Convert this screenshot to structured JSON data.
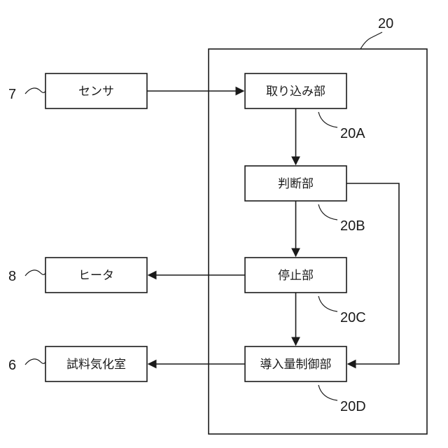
{
  "frame": {
    "ref": "20"
  },
  "blocks": {
    "sensor": {
      "label": "センサ",
      "ref": "7"
    },
    "heater": {
      "label": "ヒータ",
      "ref": "8"
    },
    "vaporizer": {
      "label": "試料気化室",
      "ref": "6"
    },
    "intake": {
      "label": "取り込み部",
      "ref": "20A"
    },
    "judge": {
      "label": "判断部",
      "ref": "20B"
    },
    "stop": {
      "label": "停止部",
      "ref": "20C"
    },
    "flow_control": {
      "label": "導入量制御部",
      "ref": "20D"
    }
  }
}
